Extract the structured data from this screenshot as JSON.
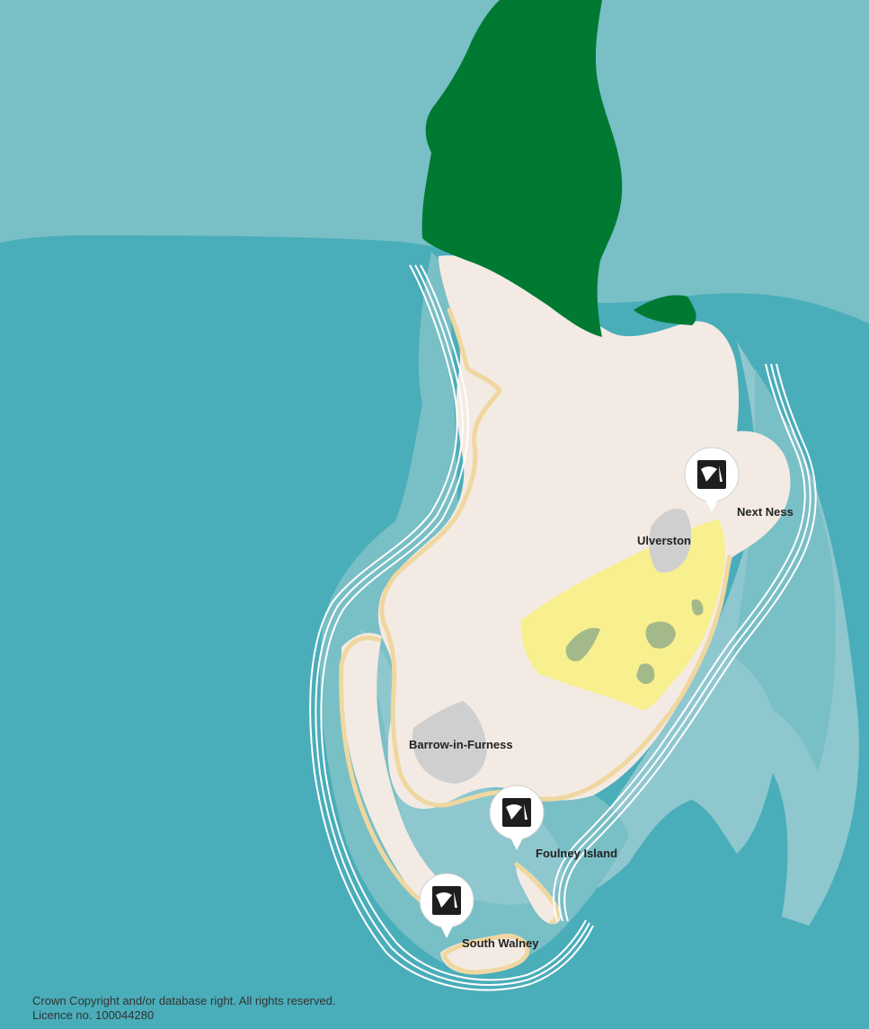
{
  "map": {
    "places": {
      "ulverston": "Ulverston",
      "barrow": "Barrow-in-Furness"
    },
    "sites": [
      {
        "id": "next-ness",
        "label": "Next Ness",
        "icon": "badger-icon"
      },
      {
        "id": "foulney-island",
        "label": "Foulney Island",
        "icon": "badger-icon"
      },
      {
        "id": "south-walney",
        "label": "South Walney",
        "icon": "badger-icon"
      }
    ],
    "copyright": {
      "line1": "Crown Copyright and/or database right. All rights reserved.",
      "line2": "Licence no. 100044280"
    },
    "colors": {
      "deep_sea": "#4aadba",
      "shallow_sea": "#79bfc6",
      "intertidal": "#8fc7cf",
      "land": "#f3ebe3",
      "national_park": "#007a33",
      "designated_area": "#f8ef8e",
      "urban": "#cfcfcf",
      "coast_path": "#f0d7a0",
      "marker": "#1e1e1e"
    }
  }
}
